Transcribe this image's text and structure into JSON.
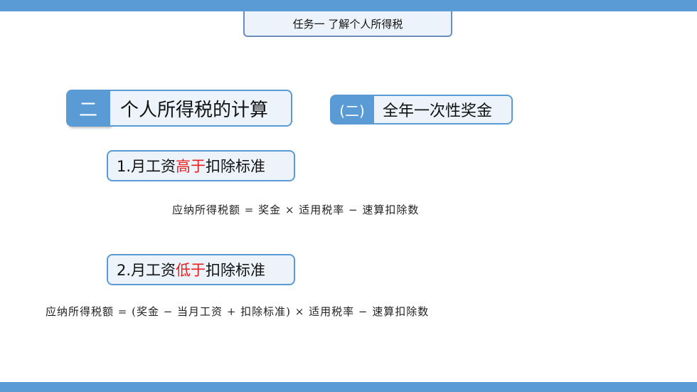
{
  "header": {
    "task_title": "任务一  了解个人所得税"
  },
  "section": {
    "number": "二",
    "title": "个人所得税的计算"
  },
  "subsection": {
    "number": "(二)",
    "title": "全年一次性奖金"
  },
  "case1": {
    "prefix": "1.月工资",
    "highlight": "高于",
    "suffix": "扣除标准"
  },
  "formula1": "应纳所得税额 = 奖金 × 适用税率 − 速算扣除数",
  "case2": {
    "prefix": "2.月工资",
    "highlight": "低于",
    "suffix": "扣除标准"
  },
  "formula2": "应纳所得税额 = (奖金 − 当月工资 + 扣除标准) × 适用税率 − 速算扣除数",
  "colors": {
    "accent": "#5b9bd5",
    "highlight": "#e8201c",
    "box_fill": "#ecf3fb"
  }
}
